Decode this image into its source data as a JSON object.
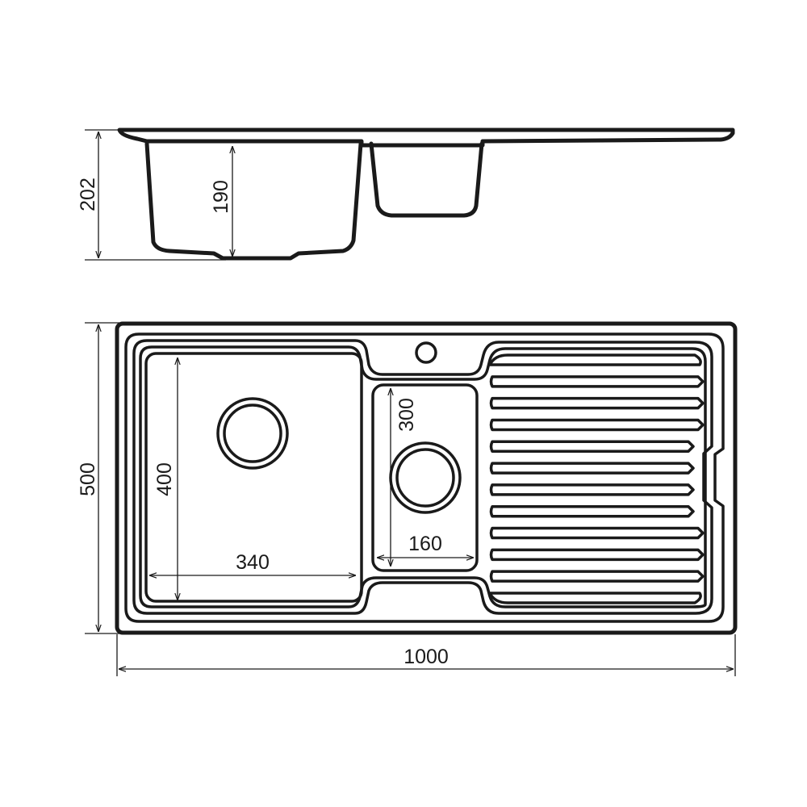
{
  "dimensions": {
    "side_height": "202",
    "basin_depth": "190",
    "overall_width": "500",
    "overall_length": "1000",
    "main_bowl_length": "400",
    "main_bowl_width": "340",
    "small_bowl_length": "300",
    "small_bowl_width": "160"
  },
  "drainboard_ribs": 12
}
